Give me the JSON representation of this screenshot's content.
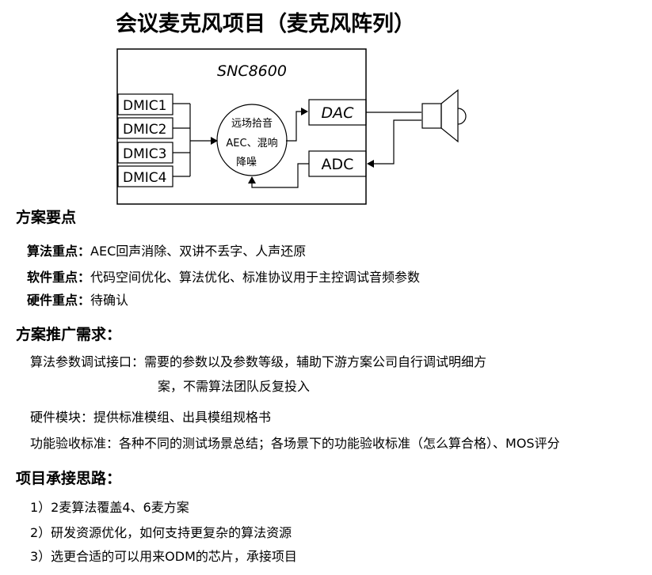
{
  "title": "会议麦克风项目（麦克风阵列）",
  "diagram": {
    "chip_label": "SNC8600",
    "mic_labels": [
      "DMIC1",
      "DMIC2",
      "DMIC3",
      "DMIC4"
    ],
    "dsp_lines": [
      "远场拾音",
      "AEC、混响",
      "降噪"
    ],
    "dac_label": "DAC",
    "adc_label": "ADC",
    "speaker_icon": "speaker-icon"
  },
  "sections": {
    "key_points": {
      "heading": "方案要点",
      "items": [
        {
          "label": "算法重点：",
          "text": "AEC回声消除、双讲不丢字、人声还原"
        },
        {
          "label": "软件重点：",
          "text": "代码空间优化、算法优化、标准协议用于主控调试音频参数"
        },
        {
          "label": "硬件重点：",
          "text": "待确认"
        }
      ]
    },
    "promotion_needs": {
      "heading": "方案推广需求：",
      "items": [
        {
          "label": "算法参数调试接口：",
          "text": "需要的参数以及参数等级，辅助下游方案公司自行调试明细方",
          "text2": "案，不需算法团队反复投入"
        },
        {
          "label": "硬件模块：",
          "text": "提供标准模组、出具模组规格书"
        },
        {
          "label": "功能验收标准：",
          "text": "各种不同的测试场景总结；各场景下的功能验收标准（怎么算合格）、MOS评分"
        }
      ]
    },
    "approach": {
      "heading": "项目承接思路：",
      "items": [
        "1）2麦算法覆盖4、6麦方案",
        "2）研发资源优化，如何支持更复杂的算法资源",
        "3）选更合适的可以用来ODM的芯片，承接项目"
      ]
    }
  }
}
